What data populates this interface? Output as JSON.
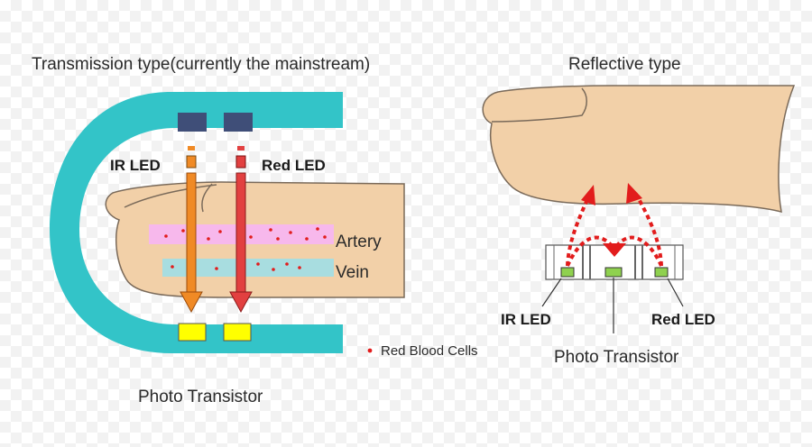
{
  "transmission": {
    "title": "Transmission type(currently the mainstream)",
    "ir_led_label": "IR LED",
    "red_led_label": "Red LED",
    "artery_label": "Artery",
    "vein_label": "Vein",
    "photo_transistor_label": "Photo Transistor"
  },
  "legend": {
    "red_blood_cells_label": "Red Blood Cells"
  },
  "reflective": {
    "title": "Reflective type",
    "ir_led_label": "IR LED",
    "red_led_label": "Red LED",
    "photo_transistor_label": "Photo Transistor"
  },
  "colors": {
    "clip": "#33c4c8",
    "skin": "#f2d0a8",
    "skin_outline": "#7a6a5a",
    "artery": "#f7b8ec",
    "vein": "#a8dde0",
    "led_block": "#3f4e78",
    "ir": "#f08a25",
    "red": "#e24040",
    "detector": "#ffff00",
    "blood": "#e21c1c",
    "sensor_led": "#8fd14f"
  }
}
